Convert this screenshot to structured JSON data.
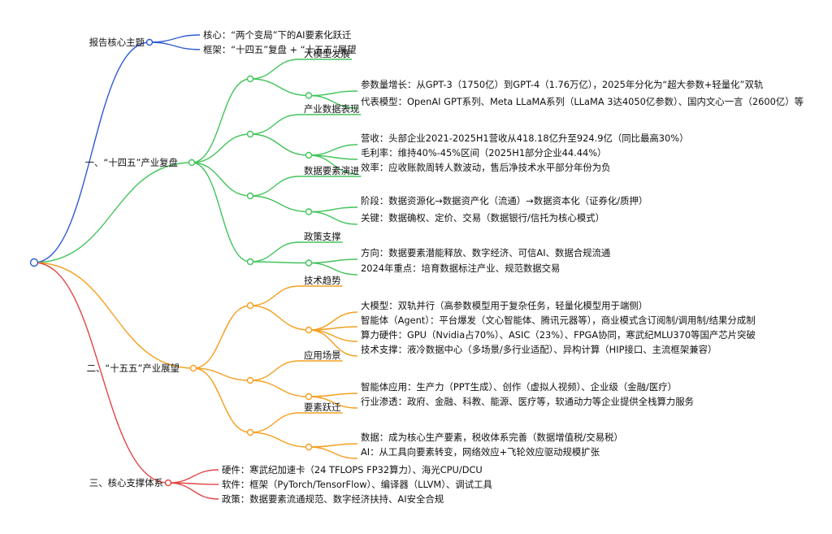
{
  "colors": {
    "blue": "#2f5bd3",
    "green": "#43c35c",
    "orange": "#f4a020",
    "red": "#e04747"
  },
  "root": "",
  "branches": [
    {
      "label": "报告核心主题",
      "color": "blue",
      "items": [
        {
          "label": "核心：“两个变局”下的AI要素化跃迁"
        },
        {
          "label": "框架：“十四五”复盘 + “十五五”展望"
        }
      ]
    },
    {
      "label": "一、“十四五”产业复盘",
      "color": "green",
      "items": [
        {
          "label": "大模型发展",
          "items": [
            "参数量增长：从GPT-3（1750亿）到GPT-4（1.76万亿），2025年分化为“超大参数+轻量化”双轨",
            "代表模型：OpenAI GPT系列、Meta LLaMA系列（LLaMA 3达4050亿参数）、国内文心一言（2600亿）等"
          ]
        },
        {
          "label": "产业数据表现",
          "items": [
            "营收：头部企业2021-2025H1营收从418.18亿升至924.9亿（同比最高30%）",
            "毛利率：维持40%-45%区间（2025H1部分企业44.44%）",
            "效率：应收账款周转人数波动，售后净技术水平部分年份为负"
          ]
        },
        {
          "label": "数据要素演进",
          "items": [
            "阶段：数据资源化→数据资产化（流通）→数据资本化（证券化/质押）",
            "关键：数据确权、定价、交易（数据银行/信托为核心模式）"
          ]
        },
        {
          "label": "政策支撑",
          "items": [
            "方向：数据要素潜能释放、数字经济、可信AI、数据合规流通",
            "2024年重点：培育数据标注产业、规范数据交易"
          ]
        }
      ]
    },
    {
      "label": "二、“十五五”产业展望",
      "color": "orange",
      "items": [
        {
          "label": "技术趋势",
          "items": [
            "大模型：双轨并行（高参数模型用于复杂任务，轻量化模型用于端侧）",
            "智能体（Agent）：平台爆发（文心智能体、腾讯元器等），商业模式含订阅制/调用制/结果分成制",
            "算力硬件：GPU（Nvidia占70%）、ASIC（23%）、FPGA协同，寒武纪MLU370等国产芯片突破",
            "技术支撑：液冷数据中心（多场景/多行业适配）、异构计算（HIP接口、主流框架兼容）"
          ]
        },
        {
          "label": "应用场景",
          "items": [
            "智能体应用：生产力（PPT生成）、创作（虚拟人视频）、企业级（金融/医疗）",
            "行业渗透：政府、金融、科教、能源、医疗等，软通动力等企业提供全栈算力服务"
          ]
        },
        {
          "label": "要素跃迁",
          "items": [
            "数据：成为核心生产要素，税收体系完善（数据增值税/交易税）",
            "AI：从工具向要素转变，网络效应+飞轮效应驱动规模扩张"
          ]
        }
      ]
    },
    {
      "label": "三、核心支撑体系",
      "color": "red",
      "items": [
        {
          "label": "硬件：寒武纪加速卡（24 TFLOPS FP32算力）、海光CPU/DCU"
        },
        {
          "label": "软件：框架（PyTorch/TensorFlow）、编译器（LLVM）、调试工具"
        },
        {
          "label": "政策：数据要素流通规范、数字经济扶持、AI安全合规"
        }
      ]
    }
  ]
}
